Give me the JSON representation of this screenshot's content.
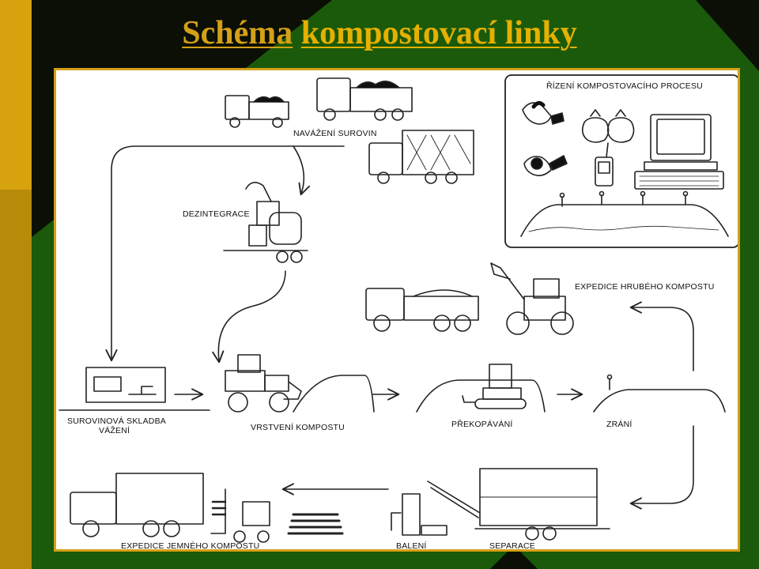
{
  "slide": {
    "title_part1": "Schéma",
    "title_part2": "kompostovací linky",
    "colors": {
      "title_part1": "#d4a017",
      "title_part2": "#e6b000",
      "background_green": "#1a5a0a",
      "left_band_gold": "#d6a20e",
      "frame_border": "#d4a017",
      "line": "#222222"
    }
  },
  "diagram": {
    "labels": {
      "navazeni": "NAVÁŽENÍ SUROVIN",
      "rizeni": "ŘÍZENÍ KOMPOSTOVACÍHO PROCESU",
      "dezintegrace": "DEZINTEGRACE",
      "expedice_hrubeho": "EXPEDICE HRUBÉHO KOMPOSTU",
      "surovinova_1": "SUROVINOVÁ SKLADBA",
      "surovinova_2": "VÁŽENÍ",
      "vrstveni": "VRSTVENÍ KOMPOSTU",
      "prekopavani": "PŘEKOPÁVÁNÍ",
      "zrani": "ZRÁNÍ",
      "expedice_jemneho": "EXPEDICE JEMNÉHO KOMPOSTU",
      "baleni": "BALENÍ",
      "separace": "SEPARACE"
    },
    "icons": {
      "trucks": "dump-truck-icon",
      "shredder": "shredder-icon",
      "loader": "wheel-loader-icon",
      "excavator": "excavator-icon",
      "computer": "computer-icon",
      "forklift": "forklift-icon",
      "separator": "trommel-screen-icon",
      "bagger": "bagging-machine-icon"
    }
  }
}
